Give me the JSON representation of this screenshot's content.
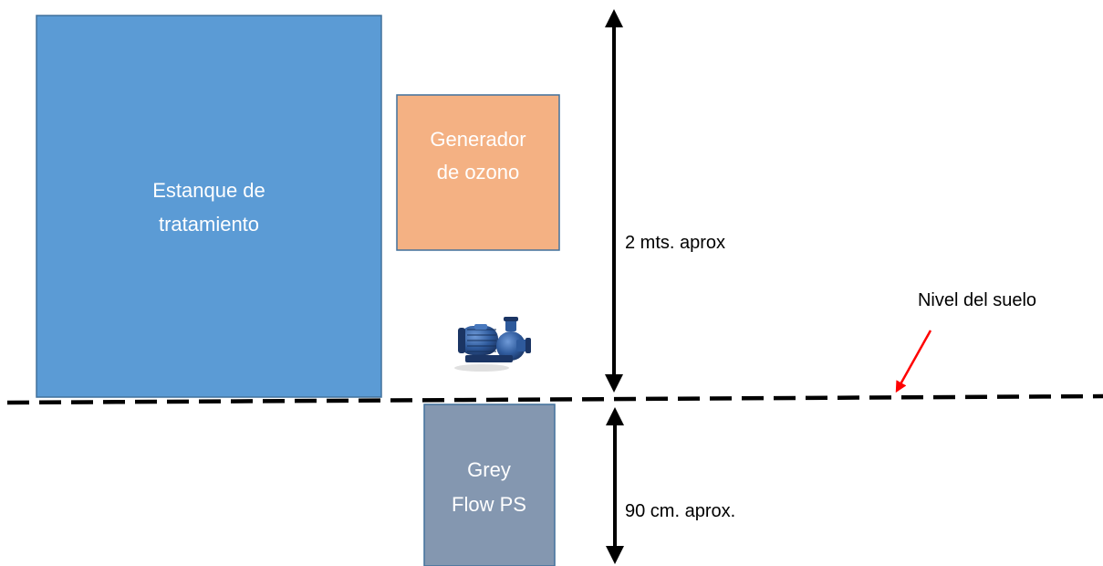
{
  "boxes": {
    "tank": {
      "line1": "Estanque de",
      "line2": "tratamiento",
      "color": "#5b9bd5",
      "border": "#41719c"
    },
    "ozone": {
      "line1": "Generador",
      "line2": "de ozono",
      "color": "#f4b183",
      "border": "#41719c"
    },
    "greyflow": {
      "line1": "Grey",
      "line2": "Flow PS",
      "color": "#8497b0",
      "border": "#41719c"
    }
  },
  "dimensions": {
    "above": "2 mts. aprox",
    "below": "90 cm. aprox."
  },
  "ground": {
    "label": "Nivel del suelo",
    "pointer_color": "#ff0000"
  },
  "pump": {
    "icon": "water-pump-icon",
    "color": "#2e5a9c"
  }
}
